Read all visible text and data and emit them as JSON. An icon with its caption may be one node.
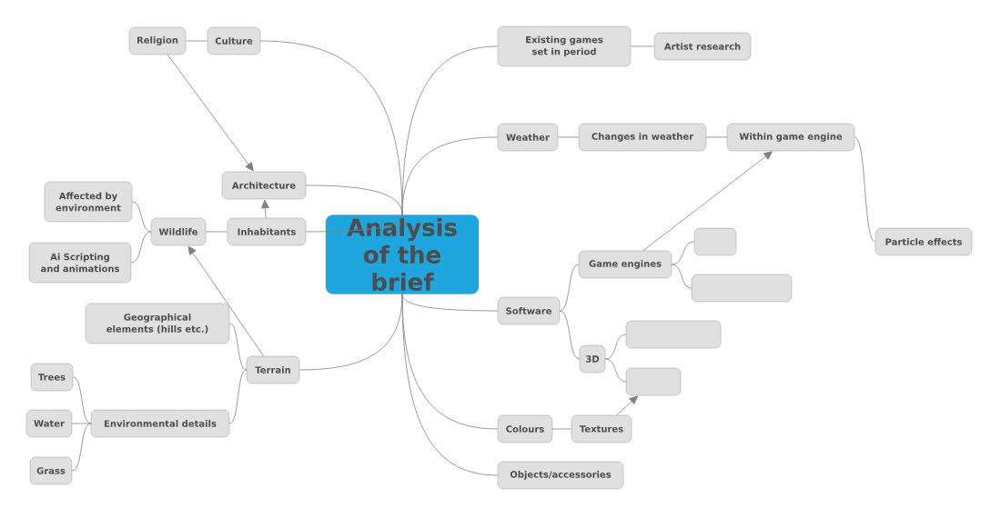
{
  "diagram": {
    "nodes": [
      {
        "text": [
          "Analysis of the brief"
        ]
      },
      {
        "text": [
          "Culture"
        ]
      },
      {
        "text": [
          "Religion"
        ]
      },
      {
        "text": [
          "Architecture"
        ]
      },
      {
        "text": [
          "Inhabitants"
        ]
      },
      {
        "text": [
          "Wildlife"
        ]
      },
      {
        "text": [
          "Affected by environment"
        ]
      },
      {
        "text": [
          "Ai Scripting and animations"
        ]
      },
      {
        "text": [
          "Geographical elements (hills etc.)"
        ]
      },
      {
        "text": [
          "Terrain"
        ]
      },
      {
        "text": [
          "Environmental details"
        ]
      },
      {
        "text": [
          "Trees"
        ]
      },
      {
        "text": [
          "Water"
        ]
      },
      {
        "text": [
          "Grass"
        ]
      },
      {
        "text": [
          "Existing games set in period"
        ]
      },
      {
        "text": [
          "Artist research"
        ]
      },
      {
        "text": [
          "Weather"
        ]
      },
      {
        "text": [
          "Changes in weather"
        ]
      },
      {
        "text": [
          "Within game engine"
        ]
      },
      {
        "text": [
          "Software"
        ]
      },
      {
        "text": [
          "Game engines"
        ]
      },
      {
        "text": [],
        "shape": "box"
      },
      {
        "text": [],
        "shape": "box"
      },
      {
        "text": [
          "Particle effects"
        ]
      },
      {
        "text": [
          "3D"
        ]
      },
      {
        "text": [],
        "shape": "box"
      },
      {
        "text": [],
        "shape": "box"
      },
      {
        "text": [
          "Colours"
        ]
      },
      {
        "text": [
          "Textures"
        ]
      },
      {
        "text": [
          "Objects/accessories"
        ]
      }
    ],
    "edges": [
      {
        "from": 0,
        "to": 1,
        "arrow": "none"
      },
      {
        "from": 1,
        "to": 2,
        "arrow": "none"
      },
      {
        "from": 0,
        "to": 3,
        "arrow": "none"
      },
      {
        "from": 0,
        "to": 4,
        "arrow": "none"
      },
      {
        "from": 4,
        "to": 5,
        "arrow": "none"
      },
      {
        "from": 5,
        "to": 6,
        "arrow": "none"
      },
      {
        "from": 5,
        "to": 7,
        "arrow": "none"
      },
      {
        "from": 0,
        "to": 9,
        "arrow": "none"
      },
      {
        "from": 9,
        "to": 8,
        "arrow": "none"
      },
      {
        "from": 9,
        "to": 10,
        "arrow": "none"
      },
      {
        "from": 10,
        "to": 11,
        "arrow": "none"
      },
      {
        "from": 10,
        "to": 12,
        "arrow": "none"
      },
      {
        "from": 10,
        "to": 13,
        "arrow": "none"
      },
      {
        "from": 0,
        "to": 14,
        "arrow": "none"
      },
      {
        "from": 14,
        "to": 15,
        "arrow": "none"
      },
      {
        "from": 0,
        "to": 16,
        "arrow": "none"
      },
      {
        "from": 16,
        "to": 17,
        "arrow": "none"
      },
      {
        "from": 17,
        "to": 18,
        "arrow": "none"
      },
      {
        "from": 18,
        "to": 23,
        "arrow": "none"
      },
      {
        "from": 0,
        "to": 19,
        "arrow": "none"
      },
      {
        "from": 19,
        "to": 20,
        "arrow": "none"
      },
      {
        "from": 20,
        "to": 21,
        "arrow": "none"
      },
      {
        "from": 20,
        "to": 22,
        "arrow": "none"
      },
      {
        "from": 19,
        "to": 24,
        "arrow": "none"
      },
      {
        "from": 24,
        "to": 25,
        "arrow": "none"
      },
      {
        "from": 24,
        "to": 26,
        "arrow": "none"
      },
      {
        "from": 0,
        "to": 27,
        "arrow": "none"
      },
      {
        "from": 27,
        "to": 28,
        "arrow": "none"
      },
      {
        "from": 0,
        "to": 29,
        "arrow": "none"
      },
      {
        "from": 2,
        "to": 3,
        "arrow": "to"
      },
      {
        "from": 4,
        "to": 3,
        "arrow": "to"
      },
      {
        "from": 9,
        "to": 5,
        "arrow": "to"
      },
      {
        "from": 20,
        "to": 18,
        "arrow": "to"
      },
      {
        "from": 28,
        "to": 26,
        "arrow": "to"
      }
    ]
  }
}
